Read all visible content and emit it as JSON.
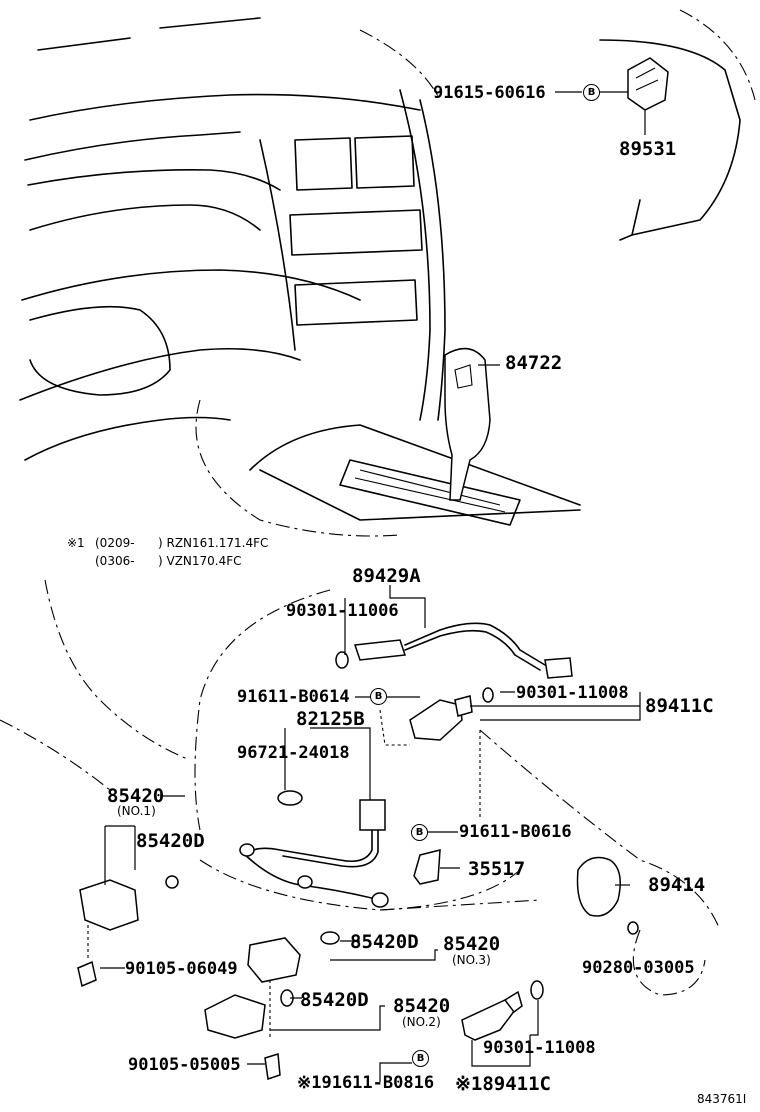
{
  "diagram_id": "843761I",
  "notes": {
    "marker": "※1",
    "line1_code": "(0209-",
    "line1_models": ") RZN161.171.4FC",
    "line2_code": "(0306-",
    "line2_models": ") VZN170.4FC"
  },
  "bolt_marker": "B",
  "labels": {
    "p91615_60616": "91615-60616",
    "p89531": "89531",
    "p84722": "84722",
    "p89429A": "89429A",
    "p90301_11006": "90301-11006",
    "p91611_B0614": "91611-B0614",
    "p90301_11008a": "90301-11008",
    "p89411C": "89411C",
    "p82125B": "82125B",
    "p96721_24018": "96721-24018",
    "p85420": "85420",
    "p85420_no1": "(NO.1)",
    "p85420D_a": "85420D",
    "p91611_B0616": "91611-B0616",
    "p35517": "35517",
    "p89414": "89414",
    "p90105_06049": "90105-06049",
    "p85420D_b": "85420D",
    "p85420_b": "85420",
    "p85420_no3": "(NO.3)",
    "p90280_03005": "90280-03005",
    "p85420D_c": "85420D",
    "p85420_c": "85420",
    "p85420_no2": "(NO.2)",
    "p90301_11008b": "90301-11008",
    "p90105_05005": "90105-05005",
    "p91611_B0816": "※191611-B0816",
    "p89411C_b": "※189411C"
  }
}
